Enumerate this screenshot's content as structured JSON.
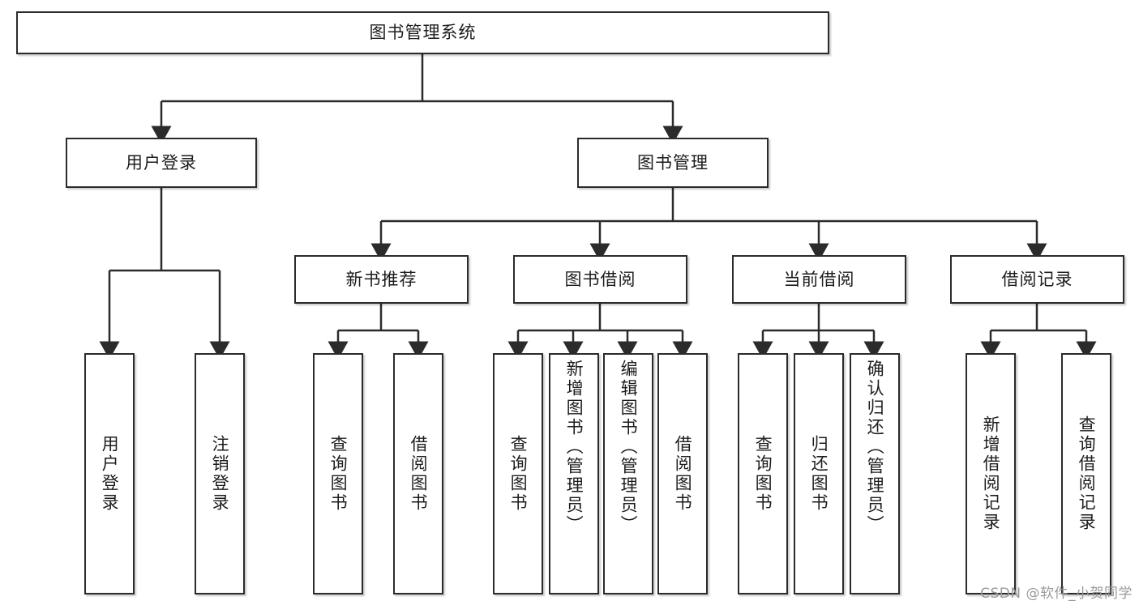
{
  "diagram": {
    "title": "图书管理系统",
    "type": "tree",
    "root": {
      "label": "图书管理系统"
    },
    "level2": [
      {
        "label": "用户登录"
      },
      {
        "label": "图书管理"
      }
    ],
    "level3": [
      {
        "label": "新书推荐"
      },
      {
        "label": "图书借阅"
      },
      {
        "label": "当前借阅"
      },
      {
        "label": "借阅记录"
      }
    ],
    "leaves": {
      "user_login": [
        {
          "label": "用户登录"
        },
        {
          "label": "注销登录"
        }
      ],
      "new_book_recommend": [
        {
          "label": "查询图书"
        },
        {
          "label": "借阅图书"
        }
      ],
      "book_borrow": [
        {
          "label": "查询图书"
        },
        {
          "label": "新增图书（管理员）"
        },
        {
          "label": "编辑图书（管理员）"
        },
        {
          "label": "借阅图书"
        }
      ],
      "current_borrow": [
        {
          "label": "查询图书"
        },
        {
          "label": "归还图书"
        },
        {
          "label": "确认归还（管理员）"
        }
      ],
      "borrow_record": [
        {
          "label": "新增借阅记录"
        },
        {
          "label": "查询借阅记录"
        }
      ]
    }
  },
  "watermark": {
    "text": "CSDN @软件_小贺同学"
  },
  "colors": {
    "border": "#2b2b2b",
    "text": "#1d1d1d",
    "background": "#ffffff",
    "watermark": "#9a9a9a"
  }
}
